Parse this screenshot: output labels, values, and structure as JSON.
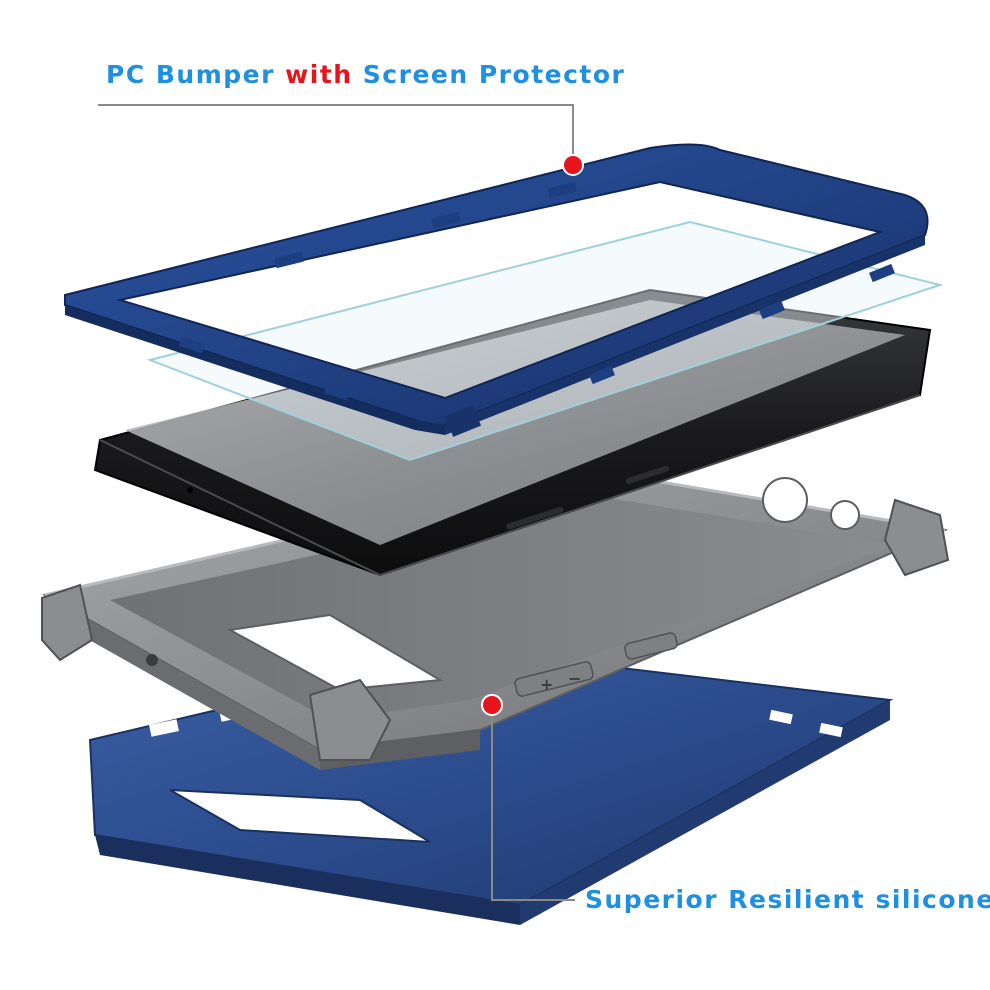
{
  "callouts": {
    "top": {
      "part1": "PC Bumper ",
      "part2": "with",
      "part3": " Screen Protector"
    },
    "bottom": {
      "label": "Superior Resilient silicone"
    }
  },
  "colors": {
    "label_blue": "#1f8fe0",
    "label_red": "#e8141c",
    "marker_red": "#e8141c",
    "leader_line": "#8a8a8a",
    "bumper_navy": "#1d3f82",
    "phone_black": "#1c1c1e",
    "silicone_gray": "#8d8f92",
    "backplate_navy": "#2a4a8a"
  },
  "icons": {
    "marker": "red-dot-marker"
  }
}
